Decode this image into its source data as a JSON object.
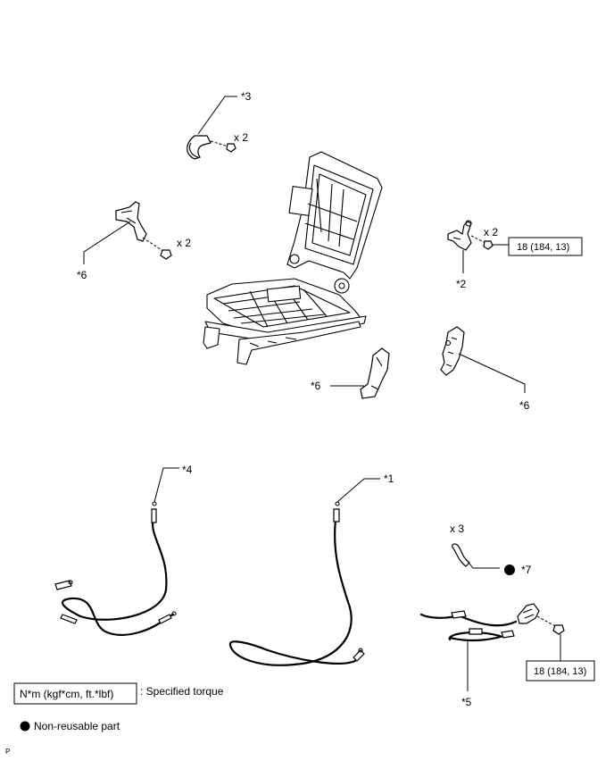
{
  "callouts": {
    "c1": "*1",
    "c2": "*2",
    "c3": "*3",
    "c4": "*4",
    "c5": "*5",
    "c6a": "*6",
    "c6b": "*6",
    "c6c": "*6",
    "c7": "*7"
  },
  "quantities": {
    "bolts_top": "x 2",
    "bolts_left": "x 2",
    "nuts_right": "x 2",
    "clips": "x 3"
  },
  "torque": {
    "upper_right": "18 (184, 13)",
    "lower_right": "18 (184, 13)"
  },
  "legend": {
    "torque_unit": "N*m (kgf*cm, ft.*lbf)",
    "torque_desc": ": Specified torque",
    "nonreusable": "Non-reusable part"
  },
  "corner_mark": "P",
  "icons": [
    "non-reusable-dot-icon"
  ]
}
